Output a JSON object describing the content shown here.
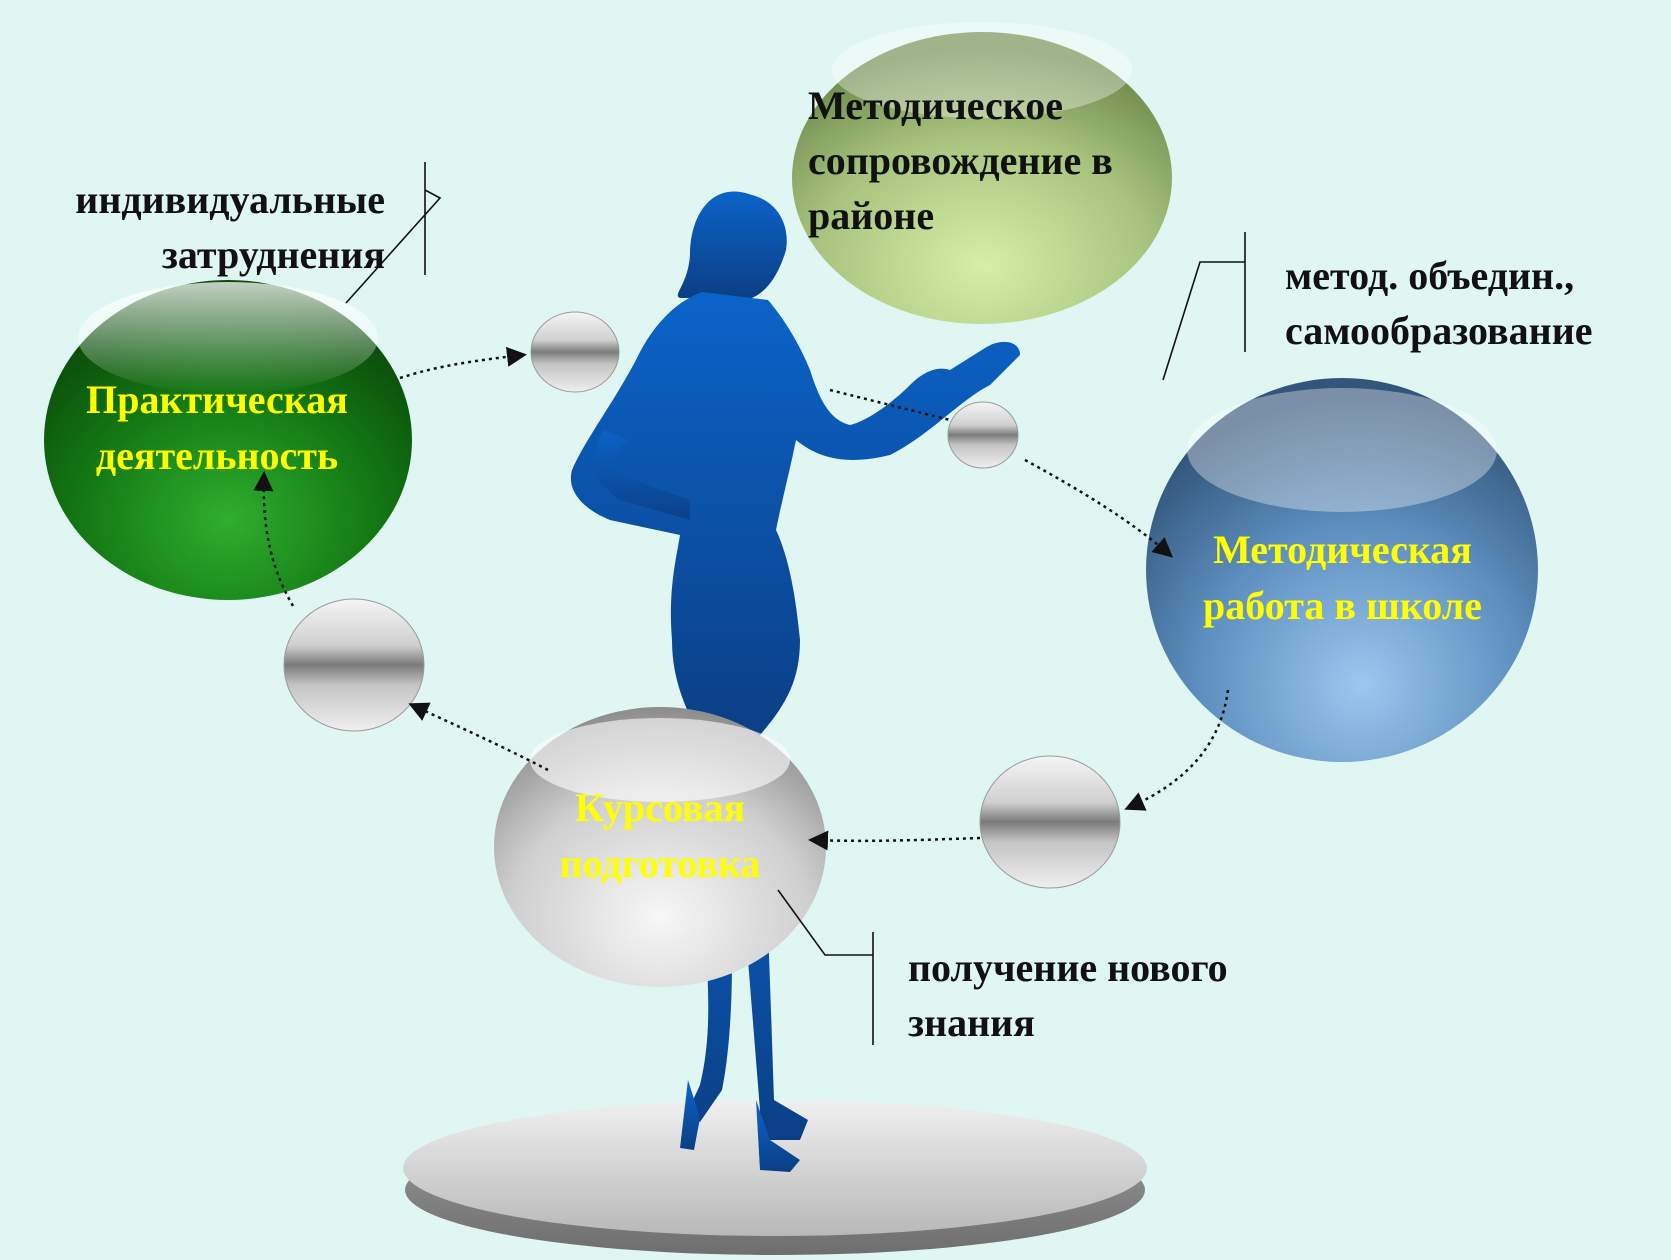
{
  "colors": {
    "background": "#e0f6f3",
    "silhouette": "#0a5fbf",
    "practice_ball": "#1a8a1a",
    "district_ball": "#a9c47a",
    "school_ball": "#5b8fbf",
    "courses_ball": "#c8c8c8",
    "ball_label_text": "#ffff00",
    "dark_label_text": "#111111"
  },
  "balls": {
    "district": "Методическое сопровождение в районе",
    "practice": "Практическая деятельность",
    "school": "Методическая работа в школе",
    "courses": "Курсовая подготовка"
  },
  "notes": {
    "difficulties": "индивидуальные затруднения",
    "associations": "метод. объедин., самообразование",
    "new_knowledge": "получение нового знания"
  }
}
